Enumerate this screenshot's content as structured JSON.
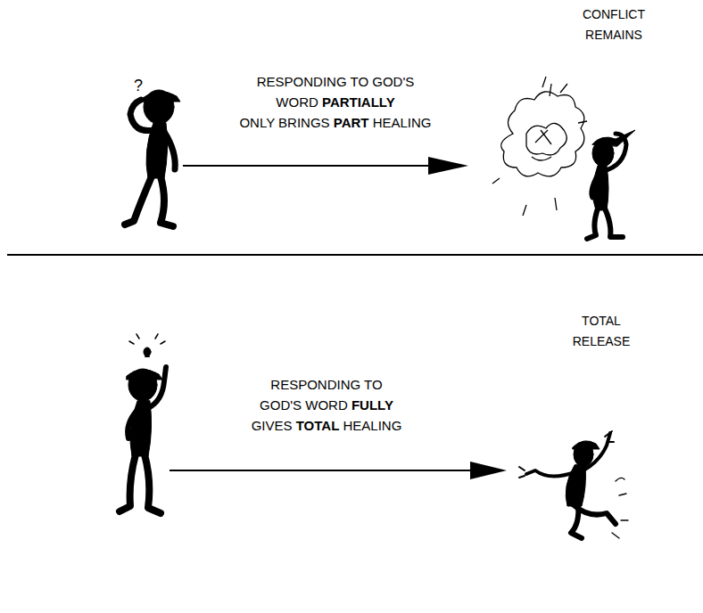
{
  "diagram": {
    "labels": [
      "RESPONDING TO GOD'S WORD PARTIALLY ONLY BRINGS PART HEALING",
      "CONFLICT REMAINS",
      "RESPONDING TO GOD'S WORD FULLY GIVES TOTAL HEALING",
      "TOTAL RELEASE"
    ]
  }
}
